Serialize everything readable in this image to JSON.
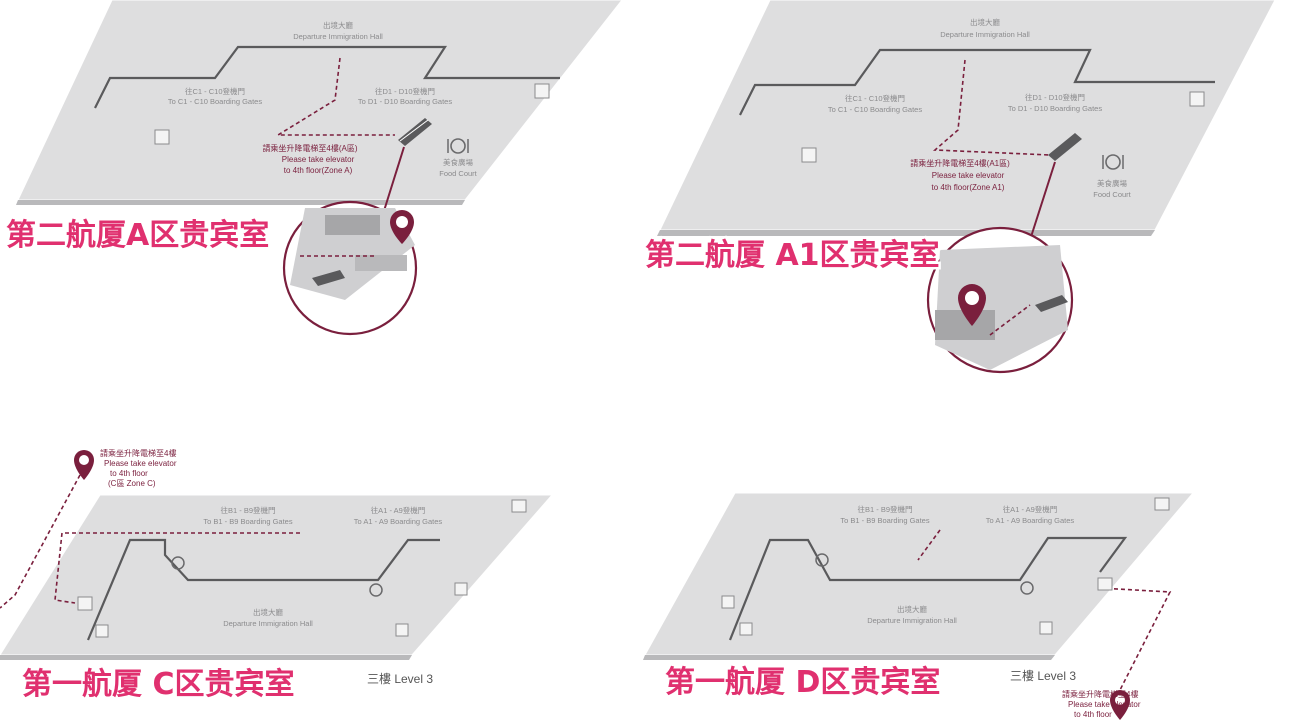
{
  "panels": {
    "t2a": {
      "title": "第二航厦A区贵宾室",
      "hall_zh": "出境大廳",
      "hall_en": "Departure Immigration Hall",
      "gate_left_zh": "往C1 - C10登機門",
      "gate_left_en": "To C1 - C10 Boarding Gates",
      "gate_right_zh": "往D1 - D10登機門",
      "gate_right_en": "To D1 - D10 Boarding Gates",
      "elevator_zh": "請乘坐升降電梯至4樓(A區)",
      "elevator_en1": "Please take elevator",
      "elevator_en2": "to 4th floor(Zone A)",
      "food_zh": "美食廣場",
      "food_en": "Food Court"
    },
    "t2a1": {
      "title": "第二航厦 A1区贵宾室",
      "hall_zh": "出境大廳",
      "hall_en": "Departure Immigration Hall",
      "gate_left_zh": "往C1 - C10登機門",
      "gate_left_en": "To C1 - C10 Boarding Gates",
      "gate_right_zh": "往D1 - D10登機門",
      "gate_right_en": "To D1 - D10 Boarding Gates",
      "elevator_zh": "請乘坐升降電梯至4樓(A1區)",
      "elevator_en1": "Please take elevator",
      "elevator_en2": "to 4th floor(Zone A1)",
      "food_zh": "美食廣場",
      "food_en": "Food Court"
    },
    "t1c": {
      "title": "第一航厦 C区贵宾室",
      "level": "三樓 Level 3",
      "note_zh": "請乘坐升降電梯至4樓",
      "note_en1": "Please take elevator",
      "note_en2": "to 4th floor",
      "note_en3": "(C區 Zone C)",
      "gate_left_zh": "往B1 - B9登機門",
      "gate_left_en": "To B1 - B9 Boarding Gates",
      "gate_right_zh": "往A1 - A9登機門",
      "gate_right_en": "To A1 - A9 Boarding Gates",
      "hall_zh": "出境大廳",
      "hall_en": "Departure Immigration Hall"
    },
    "t1d": {
      "title": "第一航厦 D区贵宾室",
      "level": "三樓 Level 3",
      "gate_left_zh": "往B1 - B9登機門",
      "gate_left_en": "To B1 - B9 Boarding Gates",
      "gate_right_zh": "往A1 - A9登機門",
      "gate_right_en": "To A1 - A9 Boarding Gates",
      "hall_zh": "出境大廳",
      "hall_en": "Departure Immigration Hall",
      "note_zh": "請乘坐升降電梯至4樓",
      "note_en1": "Please take elevator",
      "note_en2": "to 4th floor"
    }
  },
  "colors": {
    "title": "#e0306f",
    "route": "#7a1f3d",
    "floor": "#dededf",
    "wall": "#5a5a5c"
  },
  "icons": [
    "restroom-icon",
    "escalator-icon",
    "food-court-icon",
    "location-pin-icon",
    "info-icon"
  ]
}
